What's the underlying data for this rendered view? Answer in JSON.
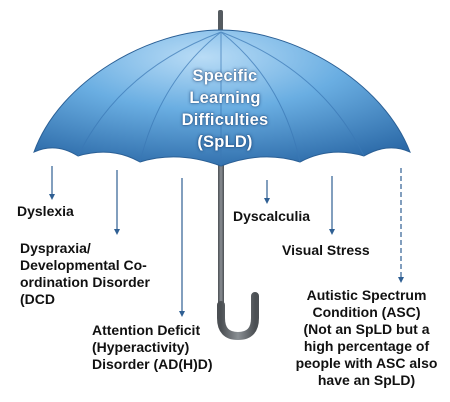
{
  "title": "Specific\nLearning\nDifficulties\n(SpLD)",
  "labels": {
    "dyslexia": "Dyslexia",
    "dyspraxia": "Dyspraxia/\nDevelopmental Co-\nordination Disorder\n(DCD",
    "adhd": "Attention Deficit\n(Hyperactivity)\nDisorder (AD(H)D)",
    "dyscalculia": "Dyscalculia",
    "visual_stress": "Visual Stress",
    "asc": "Autistic Spectrum\nCondition (ASC)\n(Not an SpLD but a\nhigh percentage of\npeople with ASC also\nhave an SpLD)"
  },
  "colors": {
    "canopy_light": "#a9d1f2",
    "canopy_mid": "#5ea3dc",
    "canopy_dark": "#2f6fb0",
    "handle": "#6f7478",
    "arrow": "#2f5f93",
    "text": "#111111",
    "title_text": "#ffffff"
  }
}
